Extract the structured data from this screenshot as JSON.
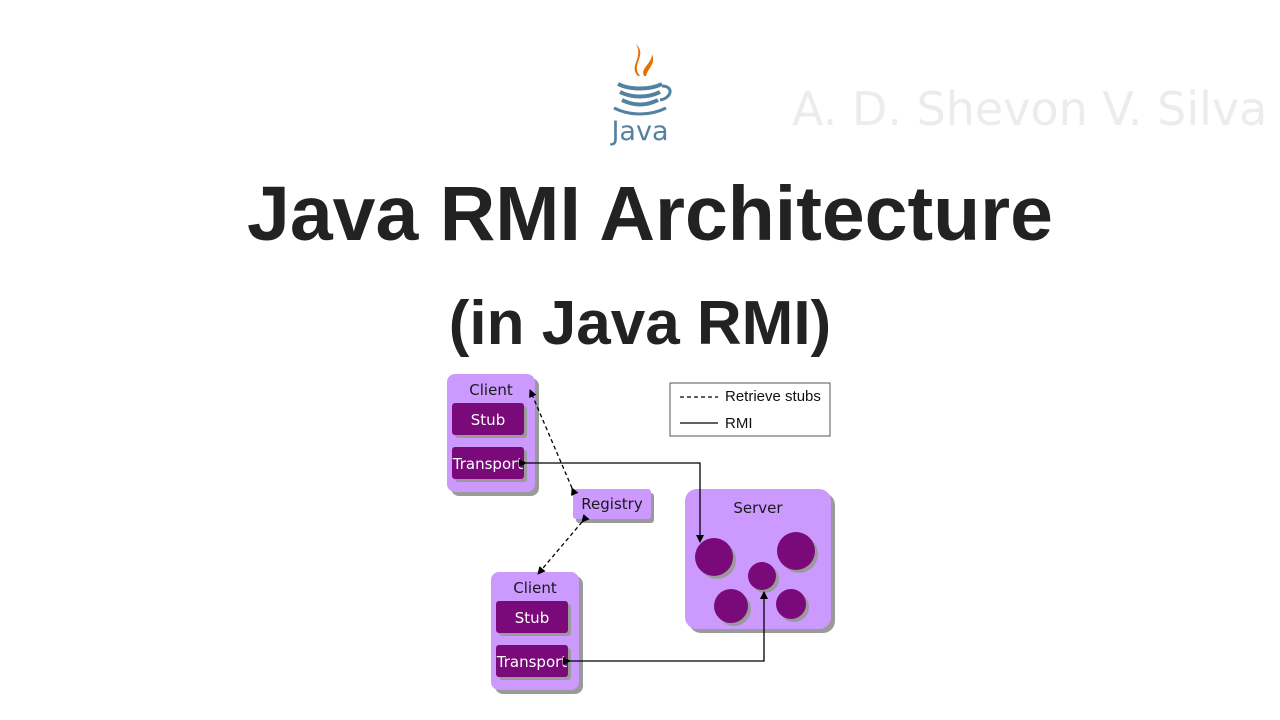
{
  "slide": {
    "title": "Java RMI Architecture",
    "subtitle": "(in Java RMI)",
    "watermark": "A. D. Shevon V. Silva",
    "logo_text": "Java"
  },
  "diagram": {
    "client_top": {
      "label": "Client",
      "stub": "Stub",
      "transport": "Transport"
    },
    "client_bottom": {
      "label": "Client",
      "stub": "Stub",
      "transport": "Transport"
    },
    "registry": "Registry",
    "server": "Server",
    "legend": {
      "dashed": "Retrieve stubs",
      "solid": "RMI"
    }
  },
  "colors": {
    "box_light": "#cc99ff",
    "box_dark": "#7a0a7a",
    "shadow": "#9a9a9a",
    "java_blue": "#5382a1",
    "java_orange": "#e76f00"
  }
}
